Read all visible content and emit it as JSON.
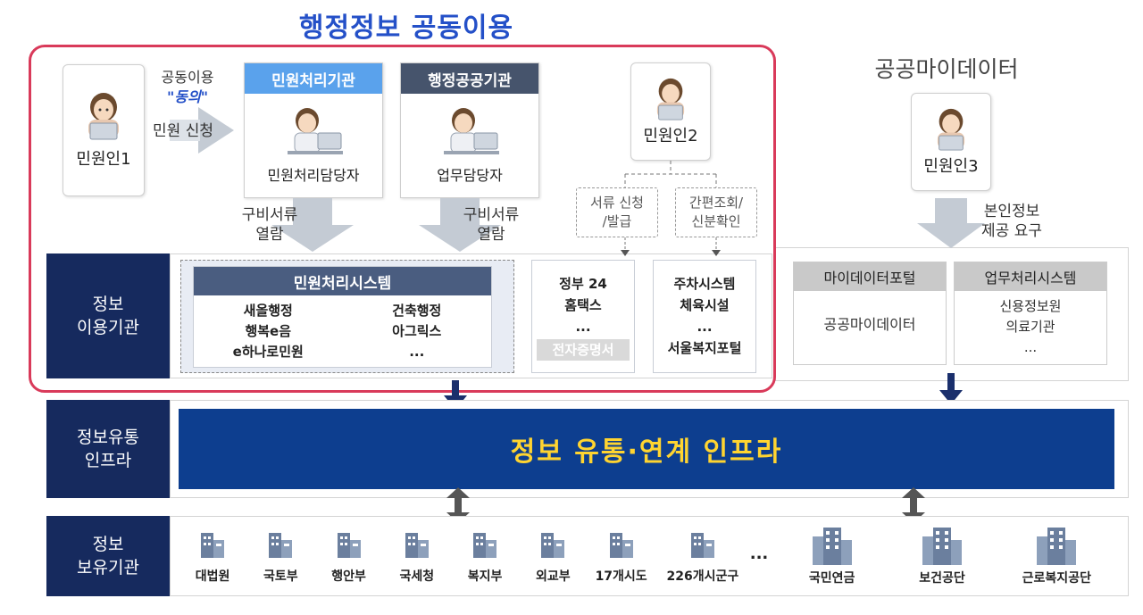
{
  "title": "행정정보 공동이용",
  "mydata_title": "공공마이데이터",
  "applicant1": {
    "label": "민원인1"
  },
  "consent": {
    "line1": "공동이용",
    "line2": "\"동의\"",
    "line3": "민원 신청"
  },
  "org_civil": {
    "header": "민원처리기관",
    "label": "민원처리담당자"
  },
  "org_admin": {
    "header": "행정공공기관",
    "label": "업무담당자"
  },
  "docs_view": {
    "line1": "구비서류",
    "line2": "열람"
  },
  "applicant2": {
    "label": "민원인2"
  },
  "doc_request": {
    "line1": "서류 신청",
    "line2": "/발급"
  },
  "simple_lookup": {
    "line1": "간편조회/",
    "line2": "신분확인"
  },
  "applicant3": {
    "label": "민원인3"
  },
  "personal_request": {
    "line1": "본인정보",
    "line2": "제공 요구"
  },
  "row_use": {
    "line1": "정보",
    "line2": "이용기관"
  },
  "civil_system": {
    "header": "민원처리시스템",
    "items": [
      "새올행정",
      "건축행정",
      "행복e음",
      "아그릭스",
      "e하나로민원",
      "..."
    ]
  },
  "gov_services": {
    "items": [
      "정부 24",
      "홈택스",
      "...",
      "전자증명서"
    ]
  },
  "other_services": {
    "items": [
      "주차시스템",
      "체육시설",
      "...",
      "서울복지포털"
    ]
  },
  "mydata_portal": {
    "header": "마이데이터포털",
    "label": "공공마이데이터"
  },
  "work_system": {
    "header": "업무처리시스템",
    "items": [
      "신용정보원",
      "의료기관",
      "..."
    ]
  },
  "row_dist": {
    "line1": "정보유통",
    "line2": "인프라"
  },
  "infra": {
    "label": "정보 유통·연계 인프라"
  },
  "row_hold": {
    "line1": "정보",
    "line2": "보유기관"
  },
  "institutions": [
    "대법원",
    "국토부",
    "행안부",
    "국세청",
    "복지부",
    "외교부",
    "17개시도",
    "226개시군구"
  ],
  "ellipsis": "...",
  "public_institutions": [
    "국민연금",
    "보건공단",
    "근로복지공단"
  ],
  "colors": {
    "red_frame": "#d93a5a",
    "navy": "#162a5e",
    "infra_bg": "#0d3e8f",
    "infra_text": "#ffd430",
    "title_blue": "#2450c8"
  }
}
